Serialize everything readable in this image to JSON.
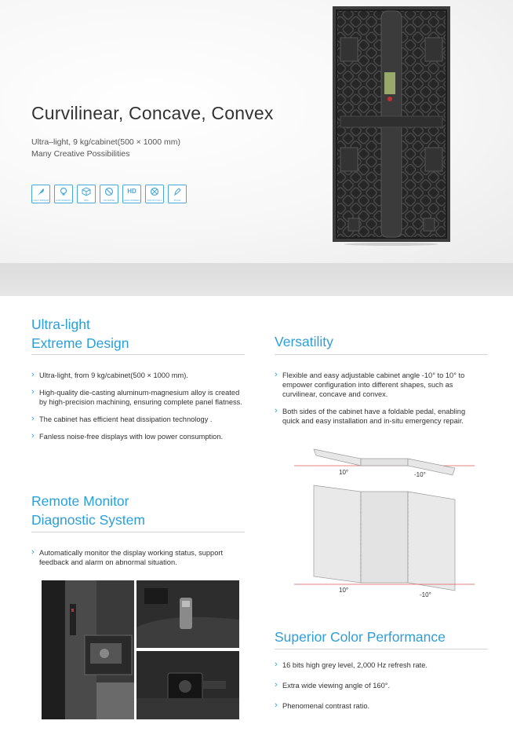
{
  "hero": {
    "title": "Curvilinear, Concave, Convex",
    "subtitle_line1": "Ultra–light, 9 kg/cabinet(500 × 1000 mm)",
    "subtitle_line2": "Many Creative Possibilities",
    "badges": [
      {
        "icon": "feather-icon",
        "label": "LIGHT WEIGHT"
      },
      {
        "icon": "bulb-icon",
        "label": "LOW ENERGY"
      },
      {
        "icon": "cube-icon",
        "label": "3KG"
      },
      {
        "icon": "no-noise-icon",
        "label": "NO NOISE"
      },
      {
        "icon": "hd-icon",
        "label": "HIGH SCREEN",
        "text": "HD"
      },
      {
        "icon": "no-fan-icon",
        "label": "FAN NO FALL"
      },
      {
        "icon": "pencil-icon",
        "label": "PLUG"
      }
    ]
  },
  "ultralight": {
    "title_line1": "Ultra-light",
    "title_line2": "Extreme Design",
    "bullets": [
      "Ultra-light, from 9 kg/cabinet(500 × 1000 mm).",
      "High-quality die-casting aluminum-magnesium alloy is created by high-precision machining, ensuring complete panel flatness.",
      "The cabinet has efficient heat dissipation technology .",
      "Fanless noise-free displays with low power consumption."
    ]
  },
  "remote": {
    "title_line1": "Remote Monitor",
    "title_line2": "Diagnostic System",
    "bullets": [
      "Automatically monitor the display working status, support feedback and alarm on abnormal situation."
    ]
  },
  "versatility": {
    "title": "Versatility",
    "bullets": [
      "Flexible and easy adjustable cabinet angle -10° to 10° to empower configuration into different shapes, such as curvilinear, concave and convex.",
      "Both sides of the cabinet have a foldable pedal, enabling quick and easy installation and in-situ emergency repair."
    ],
    "diagram_top_left": "10°",
    "diagram_top_right": "-10°",
    "diagram_bottom_left": "10°",
    "diagram_bottom_right": "-10°"
  },
  "color": {
    "title": "Superior Color Performance",
    "bullets": [
      "16 bits high grey level, 2,000 Hz refresh rate.",
      "Extra wide viewing angle of 160°.",
      "Phenomenal contrast ratio."
    ]
  },
  "colors": {
    "accent": "#2b9fd8",
    "cabinet": "#2a2a2a",
    "angle_line": "#e05a5a"
  }
}
